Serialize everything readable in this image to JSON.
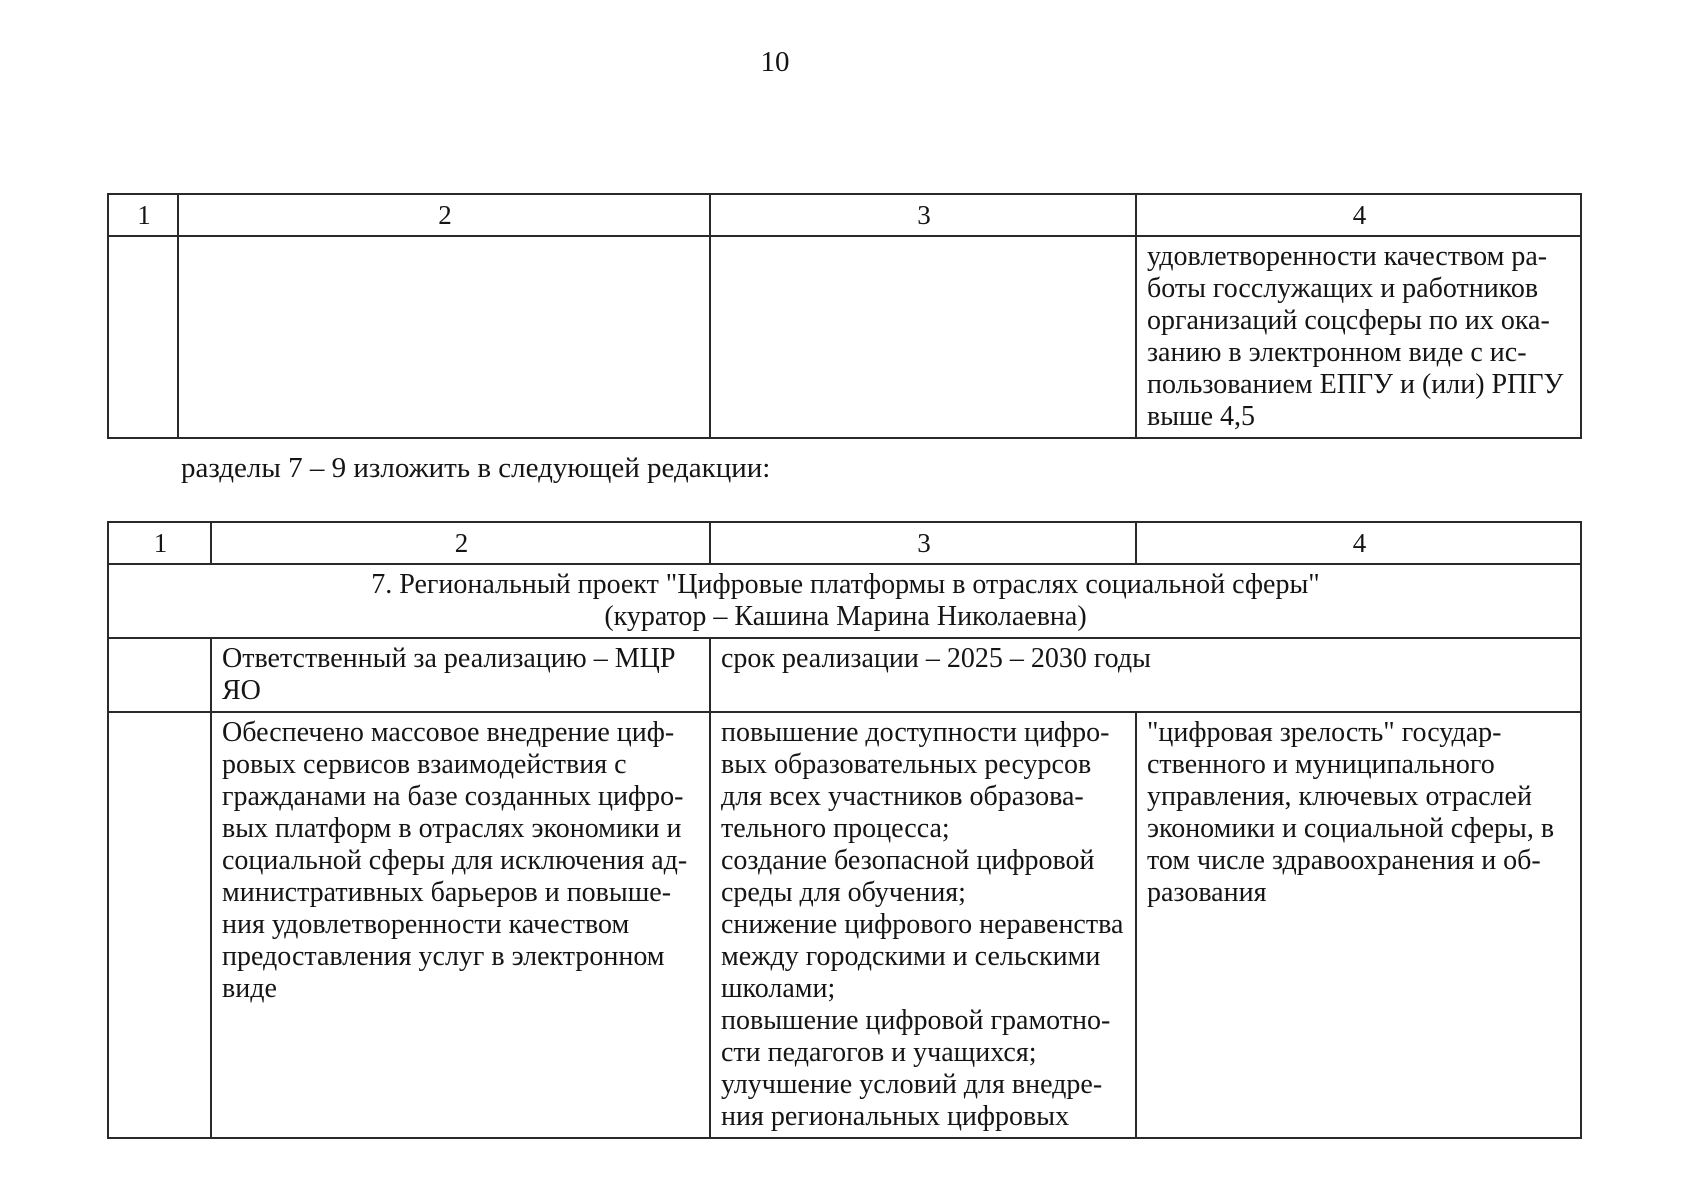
{
  "page": {
    "number": "10"
  },
  "intro_text": "разделы 7 – 9 изложить в следующей редакции:",
  "table1": {
    "headers": [
      "1",
      "2",
      "3",
      "4"
    ],
    "row": {
      "col1": "",
      "col2": "",
      "col3": "",
      "col4": "удовлетворенности качеством ра-\nботы госслужащих и работников\nорганизаций соцсферы по их ока-\nзанию в электронном виде с ис-\nпользованием ЕПГУ и (или) РПГУ\nвыше 4,5"
    }
  },
  "table2": {
    "headers": [
      "1",
      "2",
      "3",
      "4"
    ],
    "project_title": "7. Региональный проект \"Цифровые платформы в отраслях социальной сферы\"\n(куратор – Кашина Марина Николаевна)",
    "responsible": "Ответственный за реализацию – МЦР\nЯО",
    "period": "срок реализации – 2025 – 2030 годы",
    "row": {
      "col1": "",
      "col2": "Обеспечено массовое внедрение циф-\nровых сервисов взаимодействия с\nгражданами на базе созданных цифро-\nвых платформ в отраслях экономики и\nсоциальной сферы для исключения ад-\nминистративных барьеров и повыше-\nния удовлетворенности качеством\nпредоставления услуг в электронном\nвиде",
      "col3": "повышение доступности цифро-\nвых образовательных ресурсов\nдля всех участников образова-\nтельного процесса;\nсоздание безопасной цифровой\nсреды для обучения;\nснижение цифрового неравенства\nмежду городскими и сельскими\nшколами;\nповышение цифровой грамотно-\nсти педагогов и учащихся;\nулучшение условий для внедре-\nния региональных цифровых",
      "col4": "\"цифровая зрелость\" государ-\nственного и муниципального\nуправления, ключевых отраслей\nэкономики и социальной сферы, в\nтом числе здравоохранения и об-\nразования"
    }
  }
}
